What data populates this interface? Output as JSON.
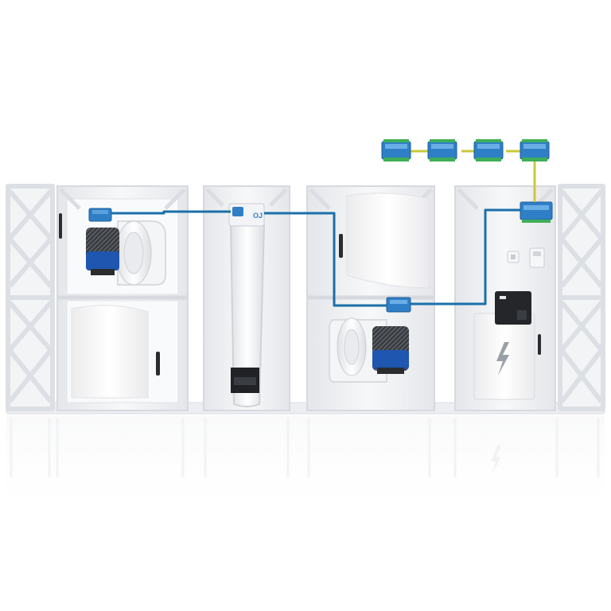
{
  "diagram": {
    "background": "#ffffff",
    "colors": {
      "frame_fill": "#f1f2f4",
      "frame_stroke": "#d6d9de",
      "panel_fill": "#fbfbfc",
      "bus_blue": "#1b6fa8",
      "bus_yellow": "#c8c93a",
      "device_blue": "#2f7fc7",
      "motor_blue": "#1e56b0",
      "motor_dark": "#4a4d52",
      "dark_box": "#24262a",
      "bolt": "#9aa0a8"
    },
    "brand_logo_text": "OJ",
    "modules": {
      "io_module_count": 4,
      "icons": [
        "io-module-icon",
        "io-module-icon",
        "io-module-icon",
        "io-module-icon"
      ]
    },
    "sections": [
      {
        "id": "fan-damper-section",
        "icon": "fan-icon"
      },
      {
        "id": "heat-exchanger-section",
        "icon": "rotor-icon"
      },
      {
        "id": "damper-fan-section",
        "icon": "fan-icon"
      },
      {
        "id": "controller-power-section",
        "icon": "lightning-icon"
      }
    ]
  }
}
